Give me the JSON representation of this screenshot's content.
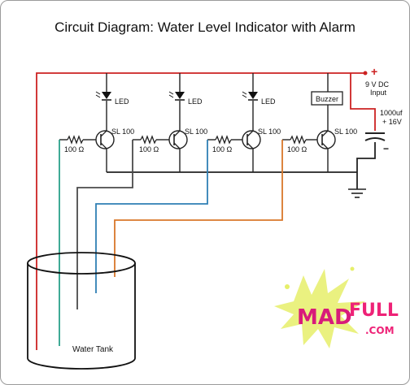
{
  "title": "Circuit Diagram: Water Level Indicator with Alarm",
  "power": {
    "plus": "+",
    "minus": "−",
    "line1": "9 V DC",
    "line2": "Input"
  },
  "capacitor": {
    "value": "1000uf",
    "voltage": "+ 16V"
  },
  "stages": [
    {
      "indicator": "LED",
      "transistor": "SL 100",
      "resistor": "100 Ω"
    },
    {
      "indicator": "LED",
      "transistor": "SL 100",
      "resistor": "100 Ω"
    },
    {
      "indicator": "LED",
      "transistor": "SL 100",
      "resistor": "100 Ω"
    },
    {
      "indicator": "Buzzer",
      "transistor": "SL 100",
      "resistor": "100 Ω"
    }
  ],
  "tank": {
    "label": "Water Tank"
  },
  "watermark": {
    "part1": "MAD",
    "part2": "FULL",
    "part3": ".COM"
  },
  "colors": {
    "supply_wire": "#cc2222",
    "ground_wire": "#222222",
    "probe_common": "#cc2222",
    "probe_1": "#2aa08a",
    "probe_2": "#4a4a4a",
    "probe_3": "#2f7fb4",
    "probe_4": "#d9772a"
  }
}
